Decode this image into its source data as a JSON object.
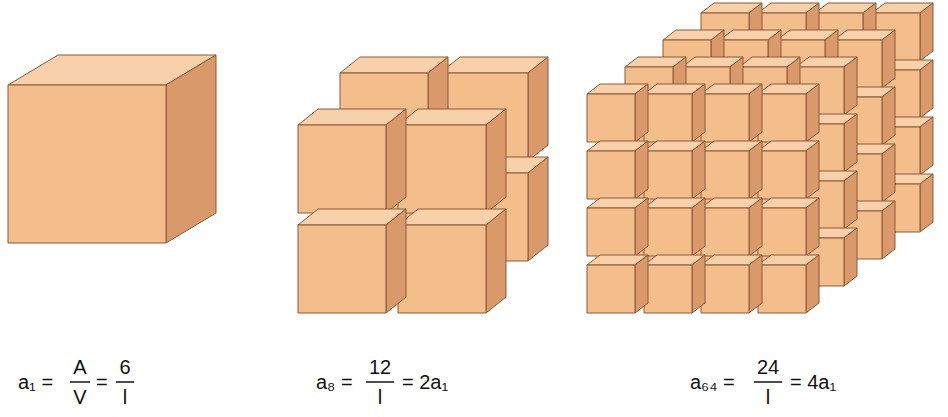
{
  "diagram": {
    "labels": [
      "a₁ =",
      "A",
      "V",
      "=",
      "6",
      "l",
      "a₈ =",
      "12",
      "l",
      "= 2a₁",
      "a₆₄ =",
      "24",
      "l",
      "= 4a₁"
    ]
  }
}
